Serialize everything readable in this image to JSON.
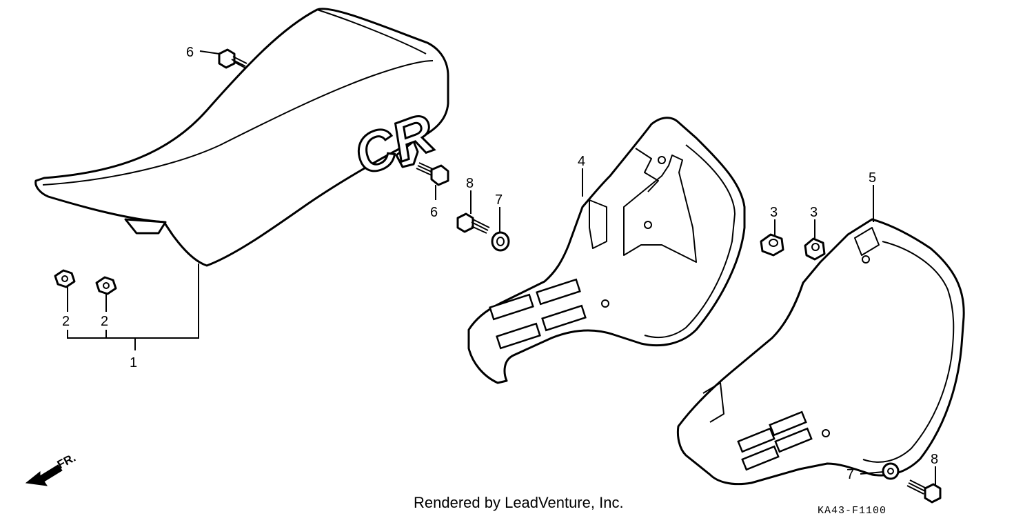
{
  "callouts": {
    "seat_assembly": "1",
    "seat_nut_left": "2",
    "seat_nut_right": "2",
    "grommet_a": "3",
    "grommet_b": "3",
    "right_side_cover": "4",
    "left_side_cover": "5",
    "seat_bolt_top": "6",
    "seat_bolt_mid": "6",
    "collar_mid": "7",
    "collar_bottom": "7",
    "cover_bolt_mid": "8",
    "cover_bolt_bottom": "8"
  },
  "seat_logo": "CR",
  "front_arrow_label": "FR.",
  "footer": {
    "credit": "Rendered by LeadVenture, Inc.",
    "diagram_code": "KA43-F1100"
  }
}
